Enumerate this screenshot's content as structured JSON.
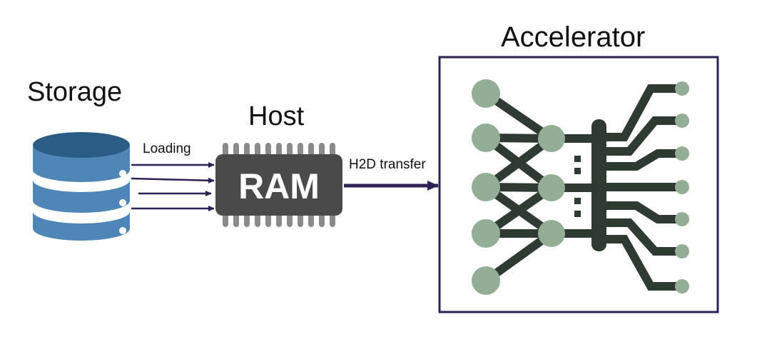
{
  "diagram": {
    "storage": {
      "label": "Storage",
      "icon": "database-icon"
    },
    "host": {
      "label": "Host",
      "chip_label": "RAM",
      "icon": "ram-chip-icon"
    },
    "accelerator": {
      "label": "Accelerator",
      "icon": "neural-network-icon"
    },
    "edges": {
      "loading": {
        "label": "Loading"
      },
      "h2d": {
        "label": "H2D transfer"
      }
    },
    "colors": {
      "db_top": "#2a5c86",
      "db_body": "#4f86b8",
      "chip": "#4a4a4a",
      "chip_pins": "#8a8a8a",
      "arrow": "#2d2155",
      "node": "#94ad97",
      "wire": "#2f3a33",
      "box_border": "#2d2155"
    }
  }
}
